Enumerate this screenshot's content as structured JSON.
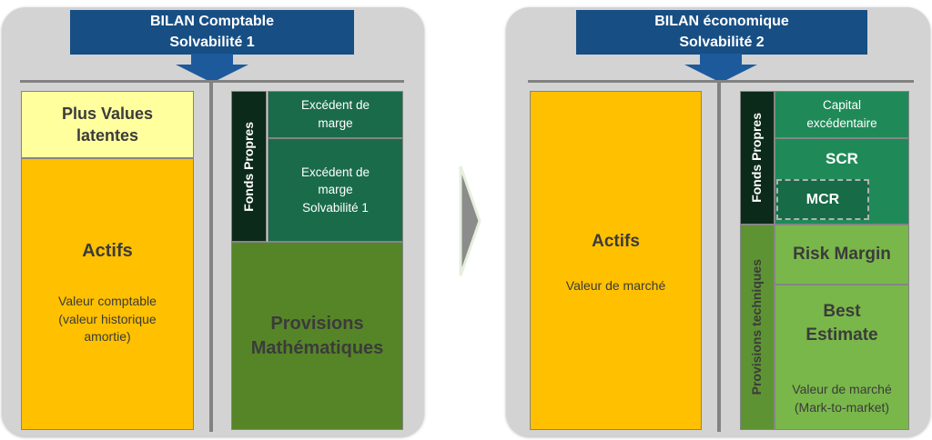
{
  "colors": {
    "panel": "#d3d3d3",
    "blue": "#174e84",
    "arrow_blue": "#1d5a9c",
    "pale_yellow": "#ffff9e",
    "orange": "#ffc000",
    "dark_green": "#1a6b4a",
    "emerald": "#1f8a58",
    "mcr_green": "#176b47",
    "near_black_green": "#0c2a1a",
    "olive": "#568527",
    "olive_side": "#5e9334",
    "light_green": "#79b74a",
    "text_dark": "#3b3b3b",
    "mid_arrow_grey": "#8c8c8c"
  },
  "left_panel": {
    "header": "BILAN Comptable\nSolvabilité 1",
    "plus_values": "Plus Values\nlatentes",
    "actifs_title": "Actifs",
    "actifs_subtitle": "Valeur comptable\n(valeur historique\namortie)",
    "fonds_propres": "Fonds Propres",
    "excedent_marge": "Excédent de\nmarge",
    "excedent_marge_solva1": "Excédent de\nmarge\nSolvabilité 1",
    "provisions_mathematiques": "Provisions\nMathématiques"
  },
  "right_panel": {
    "header": "BILAN économique\nSolvabilité 2",
    "actifs_title": "Actifs",
    "actifs_subtitle": "Valeur de marché",
    "fonds_propres": "Fonds Propres",
    "capital_excedentaire": "Capital\nexcédentaire",
    "scr": "SCR",
    "mcr": "MCR",
    "provisions_techniques": "Provisions techniques",
    "risk_margin": "Risk Margin",
    "best_estimate": "Best\nEstimate",
    "best_estimate_subtitle": "Valeur de marché\n(Mark-to-market)"
  }
}
